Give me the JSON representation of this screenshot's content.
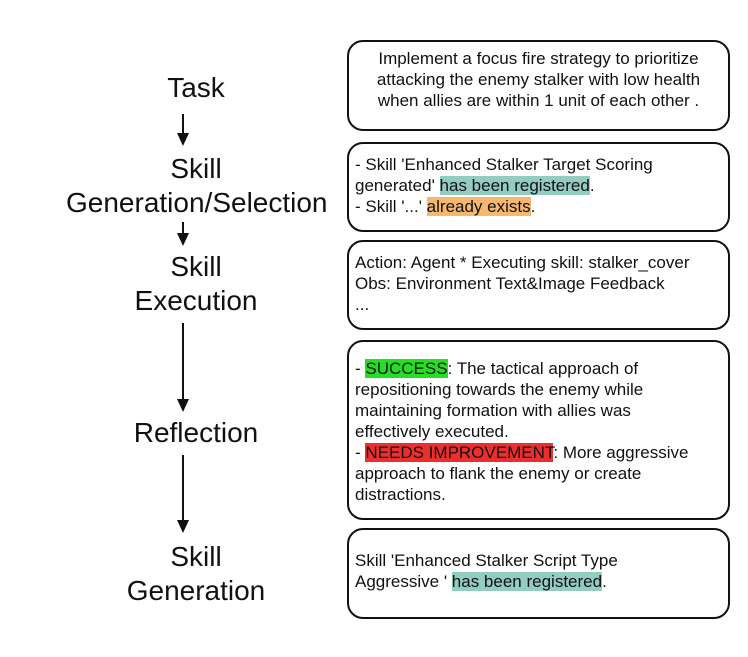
{
  "stages": {
    "task": [
      "Task"
    ],
    "skill_gen_sel": [
      "Skill",
      "Generation/Selection"
    ],
    "skill_exec": [
      "Skill",
      "Execution"
    ],
    "reflection": [
      "Reflection"
    ],
    "skill_gen": [
      "Skill",
      "Generation"
    ]
  },
  "boxes": {
    "task": {
      "lines": [
        "Implement a focus fire strategy to prioritize",
        "attacking the enemy stalker with low health",
        "when allies are within 1 unit of each other ."
      ]
    },
    "skill_gen_sel": {
      "line1": "- Skill 'Enhanced Stalker Target Scoring",
      "line2_pre": "generated' ",
      "line2_hl": "has been registered",
      "line2_post": ".",
      "line3_pre": "- Skill '...' ",
      "line3_hl": "already exists",
      "line3_post": "."
    },
    "skill_exec": {
      "lines": [
        "Action: Agent * Executing skill: stalker_cover",
        "Obs: Environment Text&Image Feedback",
        "..."
      ]
    },
    "reflection": {
      "success_pre": "- ",
      "success_hl": "SUCCESS",
      "success_post": ": The tactical approach of",
      "success_lines": [
        "repositioning towards the enemy while",
        "maintaining formation with allies was",
        "effectively executed."
      ],
      "improve_pre": "- ",
      "improve_hl": "NEEDS IMPROVEMENT",
      "improve_post": ": More aggressive",
      "improve_lines": [
        "approach to flank the enemy or create",
        "distractions."
      ]
    },
    "skill_gen": {
      "line1": "Skill 'Enhanced Stalker Script Type",
      "line2_pre": "Aggressive ' ",
      "line2_hl": "has been registered",
      "line2_post": "."
    }
  },
  "colors": {
    "registered_highlight": "#93cdc1",
    "exists_highlight": "#f5b86e",
    "success_highlight": "#24e024",
    "needs_improvement_highlight": "#ee2d2d"
  }
}
